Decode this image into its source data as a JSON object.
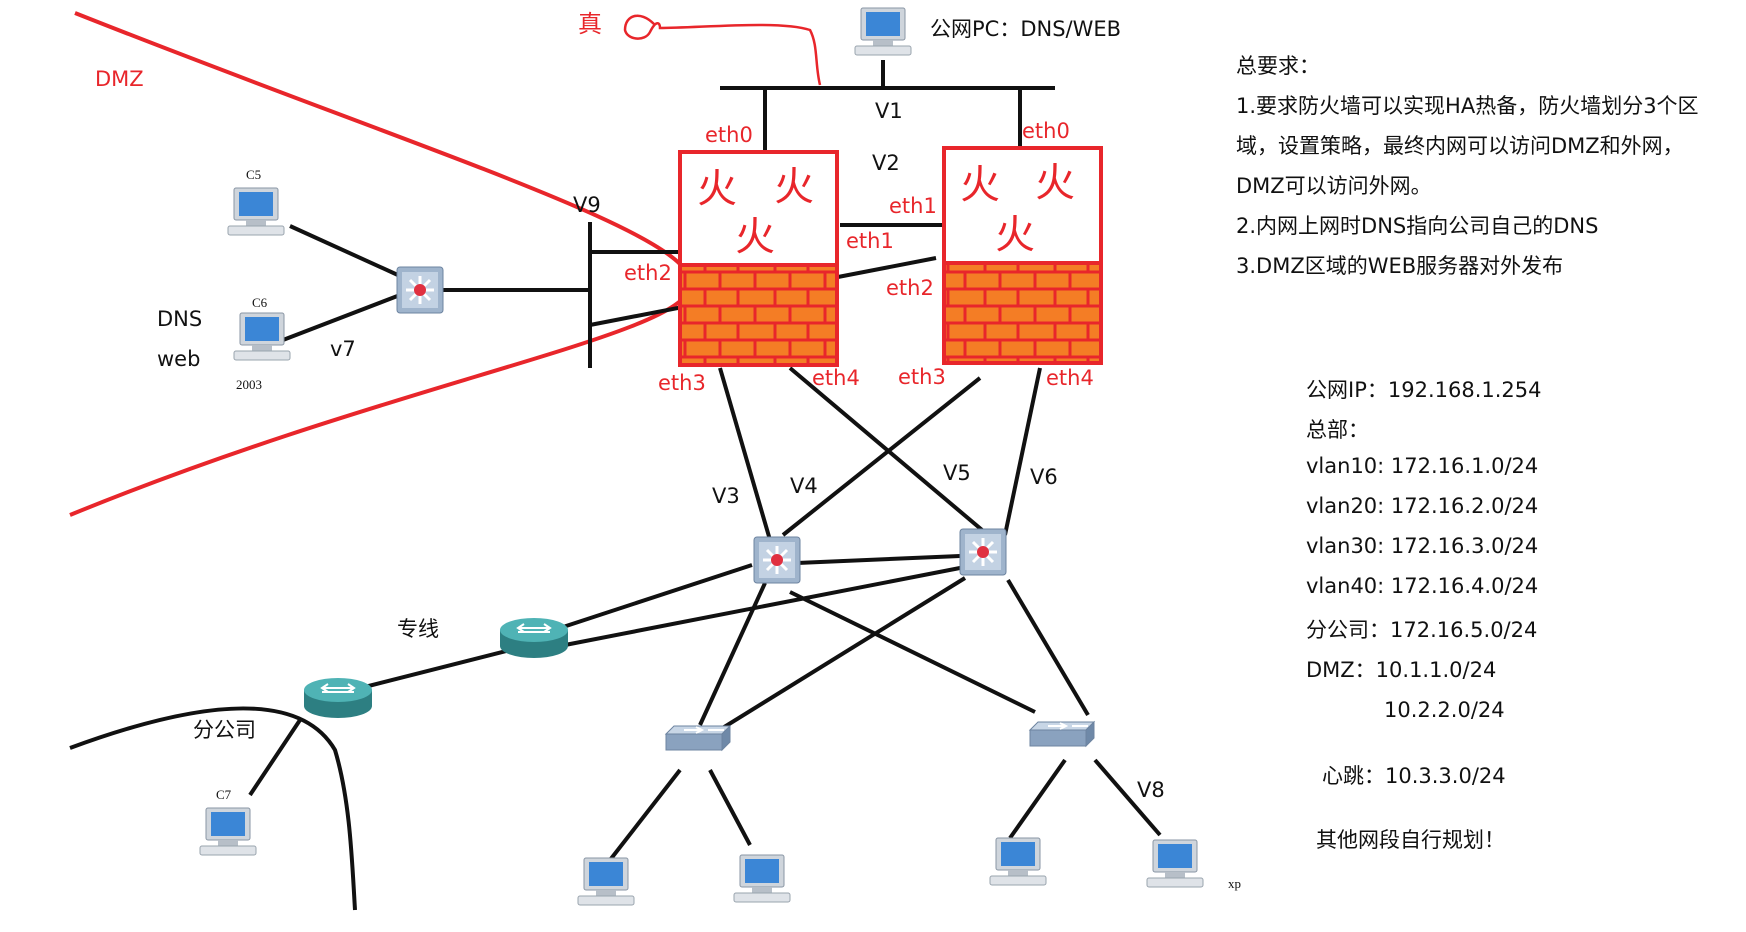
{
  "labels": {
    "dmz": "DMZ",
    "zhen": "真",
    "public_pc": "公网PC：DNS/WEB",
    "v1": "V1",
    "v2": "V2",
    "v3": "V3",
    "v4": "V4",
    "v5": "V5",
    "v6": "V6",
    "v7": "v7",
    "v8": "V8",
    "v9": "V9",
    "eth0_left": "eth0",
    "eth0_right": "eth0",
    "eth1_left": "eth1",
    "eth1_right": "eth1",
    "eth2_left": "eth2",
    "eth2_right": "eth2",
    "eth3_left": "eth3",
    "eth3_right": "eth3",
    "eth4_left": "eth4",
    "eth4_right": "eth4",
    "c5": "C5",
    "c6": "C6",
    "c7": "C7",
    "dns": "DNS",
    "web": "web",
    "os2003": "2003",
    "zhuanxian": "专线",
    "fengongsi": "分公司",
    "xp": "xp",
    "fire_glyph": "火"
  },
  "notes": {
    "title": "总要求：",
    "items": [
      "1.要求防火墙可以实现HA热备，防火墙划分3个区",
      "域，设置策略，最终内网可以访问DMZ和外网，",
      "DMZ可以访问外网。",
      "2.内网上网时DNS指向公司自己的DNS",
      "3.DMZ区域的WEB服务器对外发布"
    ]
  },
  "ipinfo": {
    "public_ip": "公网IP：192.168.1.254",
    "hq": "总部：",
    "vlan10": "vlan10: 172.16.1.0/24",
    "vlan20": "vlan20: 172.16.2.0/24",
    "vlan30": "vlan30: 172.16.3.0/24",
    "vlan40": "vlan40: 172.16.4.0/24",
    "branch": "分公司：172.16.5.0/24",
    "dmz1": "DMZ：10.1.1.0/24",
    "dmz2": "10.2.2.0/24",
    "heartbeat": "心跳：10.3.3.0/24",
    "other": "其他网段自行规划！"
  },
  "colors": {
    "red": "#e8262b",
    "brick": "#f47d25",
    "black": "#111111",
    "router": "#3a9ea0"
  }
}
